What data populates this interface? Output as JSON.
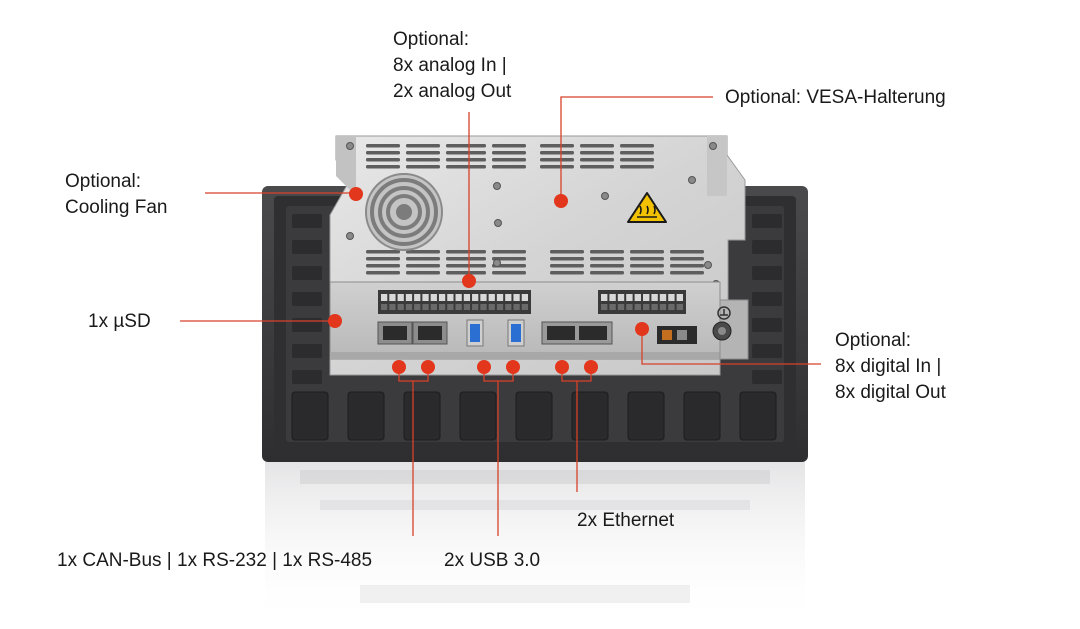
{
  "labels": {
    "analog": {
      "lines": [
        "Optional:",
        "8x analog In |",
        "2x analog Out"
      ]
    },
    "vesa": {
      "lines": [
        "Optional: VESA-Halterung"
      ]
    },
    "fan": {
      "lines": [
        "Optional:",
        "Cooling Fan"
      ]
    },
    "usd": {
      "lines": [
        "1x µSD"
      ]
    },
    "digital": {
      "lines": [
        "Optional:",
        "8x digital In |",
        "8x digital Out"
      ]
    },
    "ethernet": {
      "lines": [
        "2x Ethernet"
      ]
    },
    "can": {
      "lines": [
        "1x CAN-Bus | 1x RS-232 | 1x RS-485"
      ]
    },
    "usb": {
      "lines": [
        "2x USB 3.0"
      ]
    }
  },
  "colors": {
    "marker": "#e2361d",
    "leader": "#d8412a",
    "bezel": "#3a3a3c",
    "plate": "#d9d9d9",
    "port_usb": "#2a6fd1",
    "warning": "#f2c200"
  },
  "icons": [
    "fan-icon",
    "warning-hot-surface-icon",
    "ground-icon"
  ]
}
